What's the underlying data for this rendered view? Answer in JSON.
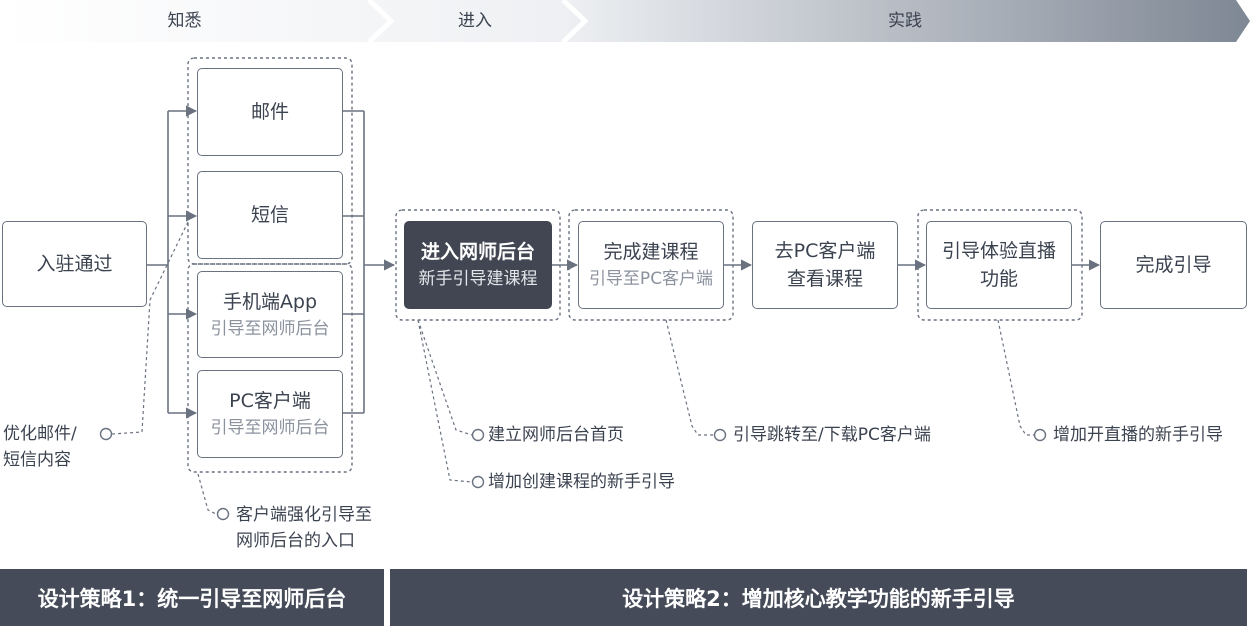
{
  "stages": [
    "知悉",
    "进入",
    "实践"
  ],
  "start_node": "入驻通过",
  "channels": [
    {
      "title": "邮件",
      "sub": ""
    },
    {
      "title": "短信",
      "sub": ""
    },
    {
      "title": "手机端App",
      "sub": "引导至网师后台"
    },
    {
      "title": "PC客户端",
      "sub": "引导至网师后台"
    }
  ],
  "steps": [
    {
      "title": "进入网师后台",
      "sub": "新手引导建课程",
      "highlight": true
    },
    {
      "title": "完成建课程",
      "sub": "引导至PC客户端"
    },
    {
      "title": "去PC客户端",
      "sub": "查看课程"
    },
    {
      "title": "引导体验直播",
      "sub": "功能"
    },
    {
      "title": "完成引导",
      "sub": ""
    }
  ],
  "notes": {
    "optimize": [
      "优化邮件/",
      "短信内容"
    ],
    "client_entry": [
      "客户端强化引导至",
      "网师后台的入口"
    ],
    "homepage": "建立网师后台首页",
    "course_guide": "增加创建课程的新手引导",
    "pc_jump": "引导跳转至/下载PC客户端",
    "live_guide": "增加开直播的新手引导"
  },
  "strategies": [
    "设计策略1：统一引导至网师后台",
    "设计策略2：增加核心教学功能的新手引导"
  ],
  "colors": {
    "dark": "#414652",
    "line": "#6a7280",
    "banner": "#454b58"
  }
}
